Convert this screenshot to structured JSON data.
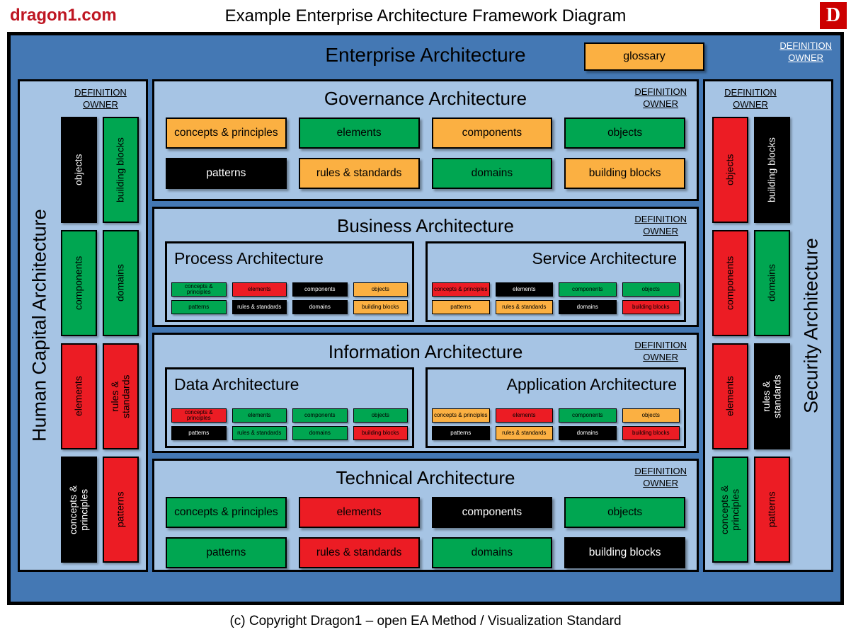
{
  "page": {
    "site": "dragon1.com",
    "title": "Example Enterprise Architecture Framework Diagram",
    "logo_letter": "D",
    "copyright": "(c) Copyright Dragon1 – open EA Method / Visualization Standard"
  },
  "labels": {
    "definition_owner_line1": "DEFINITION",
    "definition_owner_line2": "OWNER"
  },
  "colors": {
    "frame_blue": "#4478B4",
    "panel_blue": "#A6C4E4",
    "green": "#00A651",
    "red": "#EC1C24",
    "amber": "#FBB042",
    "black": "#000000",
    "brand_red": "#BE1622"
  },
  "enterprise": {
    "title": "Enterprise Architecture",
    "glossary_label": "glossary"
  },
  "left_panel": {
    "title": "Human Capital Architecture",
    "cells": [
      {
        "label": "objects",
        "color": "black"
      },
      {
        "label": "building blocks",
        "color": "green"
      },
      {
        "label": "components",
        "color": "green"
      },
      {
        "label": "domains",
        "color": "green"
      },
      {
        "label": "elements",
        "color": "red"
      },
      {
        "label": "rules & standards",
        "color": "red"
      },
      {
        "label": "concepts & principles",
        "color": "black"
      },
      {
        "label": "patterns",
        "color": "red"
      }
    ]
  },
  "right_panel": {
    "title": "Security Architecture",
    "cells": [
      {
        "label": "objects",
        "color": "red"
      },
      {
        "label": "building blocks",
        "color": "black"
      },
      {
        "label": "components",
        "color": "red"
      },
      {
        "label": "domains",
        "color": "green"
      },
      {
        "label": "elements",
        "color": "red"
      },
      {
        "label": "rules & standards",
        "color": "black"
      },
      {
        "label": "concepts & principles",
        "color": "green"
      },
      {
        "label": "patterns",
        "color": "red"
      }
    ]
  },
  "governance": {
    "title": "Governance Architecture",
    "cells": [
      {
        "label": "concepts & principles",
        "color": "amber"
      },
      {
        "label": "elements",
        "color": "green"
      },
      {
        "label": "components",
        "color": "amber"
      },
      {
        "label": "objects",
        "color": "green"
      },
      {
        "label": "patterns",
        "color": "black"
      },
      {
        "label": "rules & standards",
        "color": "amber"
      },
      {
        "label": "domains",
        "color": "green"
      },
      {
        "label": "building blocks",
        "color": "amber"
      }
    ]
  },
  "business": {
    "title": "Business Architecture",
    "process": {
      "title": "Process Architecture",
      "cells": [
        {
          "label": "concepts & principles",
          "color": "green"
        },
        {
          "label": "elements",
          "color": "red"
        },
        {
          "label": "components",
          "color": "black"
        },
        {
          "label": "objects",
          "color": "amber"
        },
        {
          "label": "patterns",
          "color": "green"
        },
        {
          "label": "rules & standards",
          "color": "black"
        },
        {
          "label": "domains",
          "color": "black"
        },
        {
          "label": "building blocks",
          "color": "amber"
        }
      ]
    },
    "service": {
      "title": "Service Architecture",
      "cells": [
        {
          "label": "concepts & principles",
          "color": "red"
        },
        {
          "label": "elements",
          "color": "black"
        },
        {
          "label": "components",
          "color": "green"
        },
        {
          "label": "objects",
          "color": "green"
        },
        {
          "label": "patterns",
          "color": "amber"
        },
        {
          "label": "rules & standards",
          "color": "amber"
        },
        {
          "label": "domains",
          "color": "black"
        },
        {
          "label": "building blocks",
          "color": "red"
        }
      ]
    }
  },
  "information": {
    "title": "Information Architecture",
    "data_arch": {
      "title": "Data Architecture",
      "cells": [
        {
          "label": "concepts & principles",
          "color": "red"
        },
        {
          "label": "elements",
          "color": "green"
        },
        {
          "label": "components",
          "color": "green"
        },
        {
          "label": "objects",
          "color": "green"
        },
        {
          "label": "patterns",
          "color": "black"
        },
        {
          "label": "rules & standards",
          "color": "green"
        },
        {
          "label": "domains",
          "color": "green"
        },
        {
          "label": "building blocks",
          "color": "red"
        }
      ]
    },
    "application": {
      "title": "Application Architecture",
      "cells": [
        {
          "label": "concepts & principles",
          "color": "amber"
        },
        {
          "label": "elements",
          "color": "red"
        },
        {
          "label": "components",
          "color": "green"
        },
        {
          "label": "objects",
          "color": "amber"
        },
        {
          "label": "patterns",
          "color": "black"
        },
        {
          "label": "rules & standards",
          "color": "amber"
        },
        {
          "label": "domains",
          "color": "black"
        },
        {
          "label": "building blocks",
          "color": "red"
        }
      ]
    }
  },
  "technical": {
    "title": "Technical Architecture",
    "cells": [
      {
        "label": "concepts & principles",
        "color": "green"
      },
      {
        "label": "elements",
        "color": "red"
      },
      {
        "label": "components",
        "color": "black"
      },
      {
        "label": "objects",
        "color": "green"
      },
      {
        "label": "patterns",
        "color": "green"
      },
      {
        "label": "rules & standards",
        "color": "red"
      },
      {
        "label": "domains",
        "color": "green"
      },
      {
        "label": "building blocks",
        "color": "black"
      }
    ]
  }
}
